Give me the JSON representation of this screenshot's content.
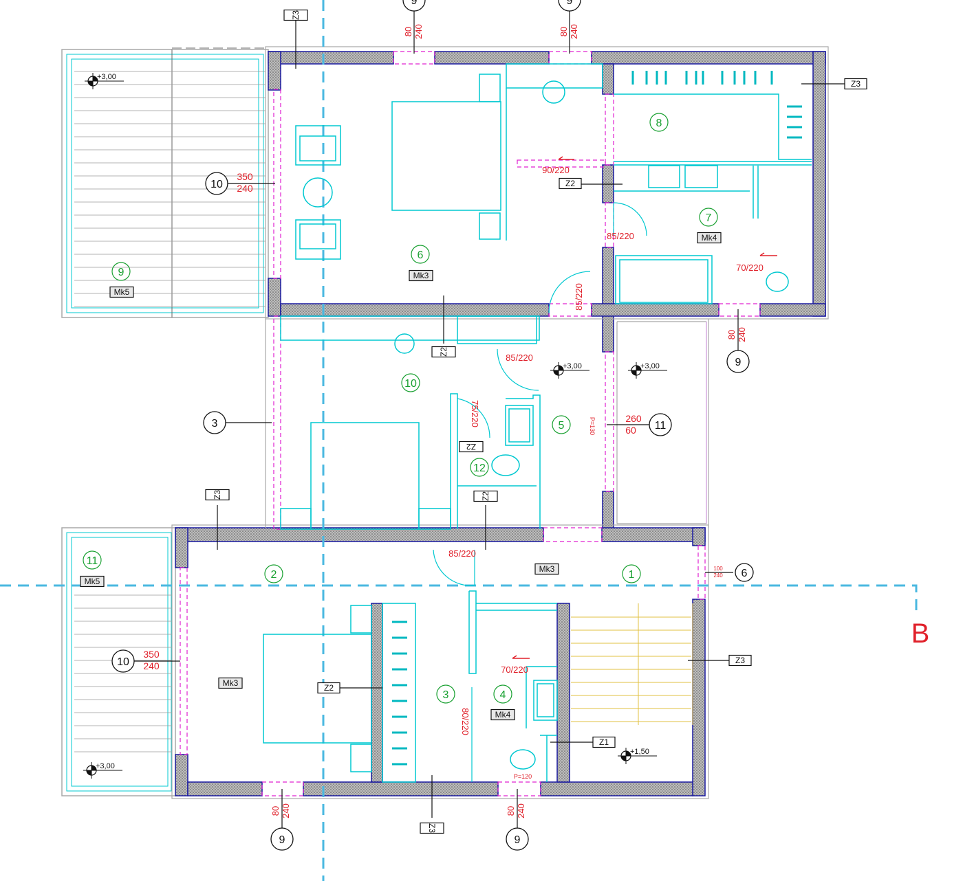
{
  "colors": {
    "wall_fill": "#9a9a9a",
    "wall_edge": "#1a1aa0",
    "cyan": "#00c8d0",
    "magenta": "#e020d0",
    "red": "#e0202a",
    "green": "#18a030",
    "axis": "#4ab8e0",
    "yellow": "#e0c040",
    "black": "#111111",
    "terrace": "#a8a8a8"
  },
  "room_numbers": [
    "1",
    "2",
    "3",
    "4",
    "5",
    "6",
    "7",
    "8",
    "9",
    "10",
    "11",
    "12",
    "10"
  ],
  "material_tags": {
    "mk3_a": "Mk3",
    "mk3_b": "Mk3",
    "mk3_c": "Mk3",
    "mk4_a": "Mk4",
    "mk4_b": "Mk4",
    "mk5_a": "Mk5",
    "mk5_b": "Mk5"
  },
  "wall_tags": {
    "z3_top_left": "Z3",
    "z3_right": "Z3",
    "z3_left_mid": "Z3",
    "z3_stairs": "Z3",
    "z3_bottom": "Z3",
    "z2_closet": "Z2",
    "z2_vert": "Z2",
    "z2_bath": "Z2",
    "z2_corridor": "Z2",
    "z2_wardrobe": "Z2",
    "z1_wc": "Z1"
  },
  "door_labels": {
    "d_90_220": "90/220",
    "d_85_220_bath": "85/220",
    "d_85_220_room": "85/220",
    "d_70_220_bath": "70/220",
    "d_85_220_corr": "85/220",
    "d_75_220": "75/220",
    "d_85_220_hall": "85/220",
    "d_70_220_wc": "70/220",
    "d_80_220": "80/220"
  },
  "window_tags": {
    "w_top1": {
      "num": "9",
      "w": "80",
      "h": "240"
    },
    "w_top2": {
      "num": "9",
      "w": "80",
      "h": "240"
    },
    "w_right": {
      "num": "9",
      "w": "80",
      "h": "240"
    },
    "w_bot1": {
      "num": "9",
      "w": "80",
      "h": "240"
    },
    "w_bot2": {
      "num": "9",
      "w": "80",
      "h": "240"
    },
    "w_terr1": {
      "num": "10",
      "w": "350",
      "h": "240"
    },
    "w_terr2": {
      "num": "10",
      "w": "350",
      "h": "240"
    },
    "w_balc": {
      "num": "11",
      "w": "260",
      "h": "60"
    },
    "w_left": {
      "num": "3"
    },
    "w_stair": {
      "num": "6",
      "w": "100",
      "h": "240"
    }
  },
  "levels": {
    "lv_terr1": "+3,00",
    "lv_hall": "+3,00",
    "lv_balc": "+3,00",
    "lv_terr2": "+3,00",
    "lv_stair": "+1,50"
  },
  "parapet_labels": {
    "p_130": "P=130",
    "p_120": "P=120"
  },
  "section_letter": "B"
}
